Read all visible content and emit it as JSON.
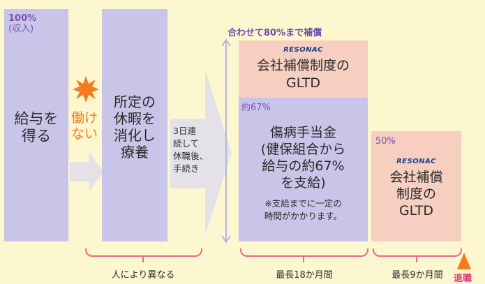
{
  "col1": {
    "percent": "100%",
    "percent_sub": "(収入)",
    "line1": "給与を",
    "line2": "得る"
  },
  "cannot_work": {
    "line1": "働け",
    "line2": "ない"
  },
  "col2": {
    "line1": "所定の",
    "line2": "休暇を",
    "line3": "消化し",
    "line4": "療養"
  },
  "after": {
    "line1": "3日連",
    "line2": "続して",
    "line3": "休職後、",
    "line4": "手続き"
  },
  "col3": {
    "top_label": "合わせて80%まで補償",
    "logo": "RESONAC",
    "gltd_line1": "会社補償制度の",
    "gltd_line2": "GLTD",
    "percent": "約67%",
    "line1": "傷病手当金",
    "line2": "(健保組合から",
    "line3": "給与の約67%",
    "line4": "を支給)",
    "note1": "※支給までに一定の",
    "note2": "時間がかかります。"
  },
  "col4": {
    "percent": "50%",
    "logo": "RESONAC",
    "line1": "会社補償",
    "line2": "制度の",
    "line3": "GLTD"
  },
  "footer": {
    "varies": "人により異なる",
    "max18": "最長18か月間",
    "max9": "最長9か月間",
    "retire": "退職"
  },
  "colors": {
    "lavender": "#c9c5e8",
    "peach": "#f6cfc0",
    "accent_orange": "#f47b20",
    "bracket_pink": "#e06b8f",
    "label_purple": "#6b4fb0"
  }
}
